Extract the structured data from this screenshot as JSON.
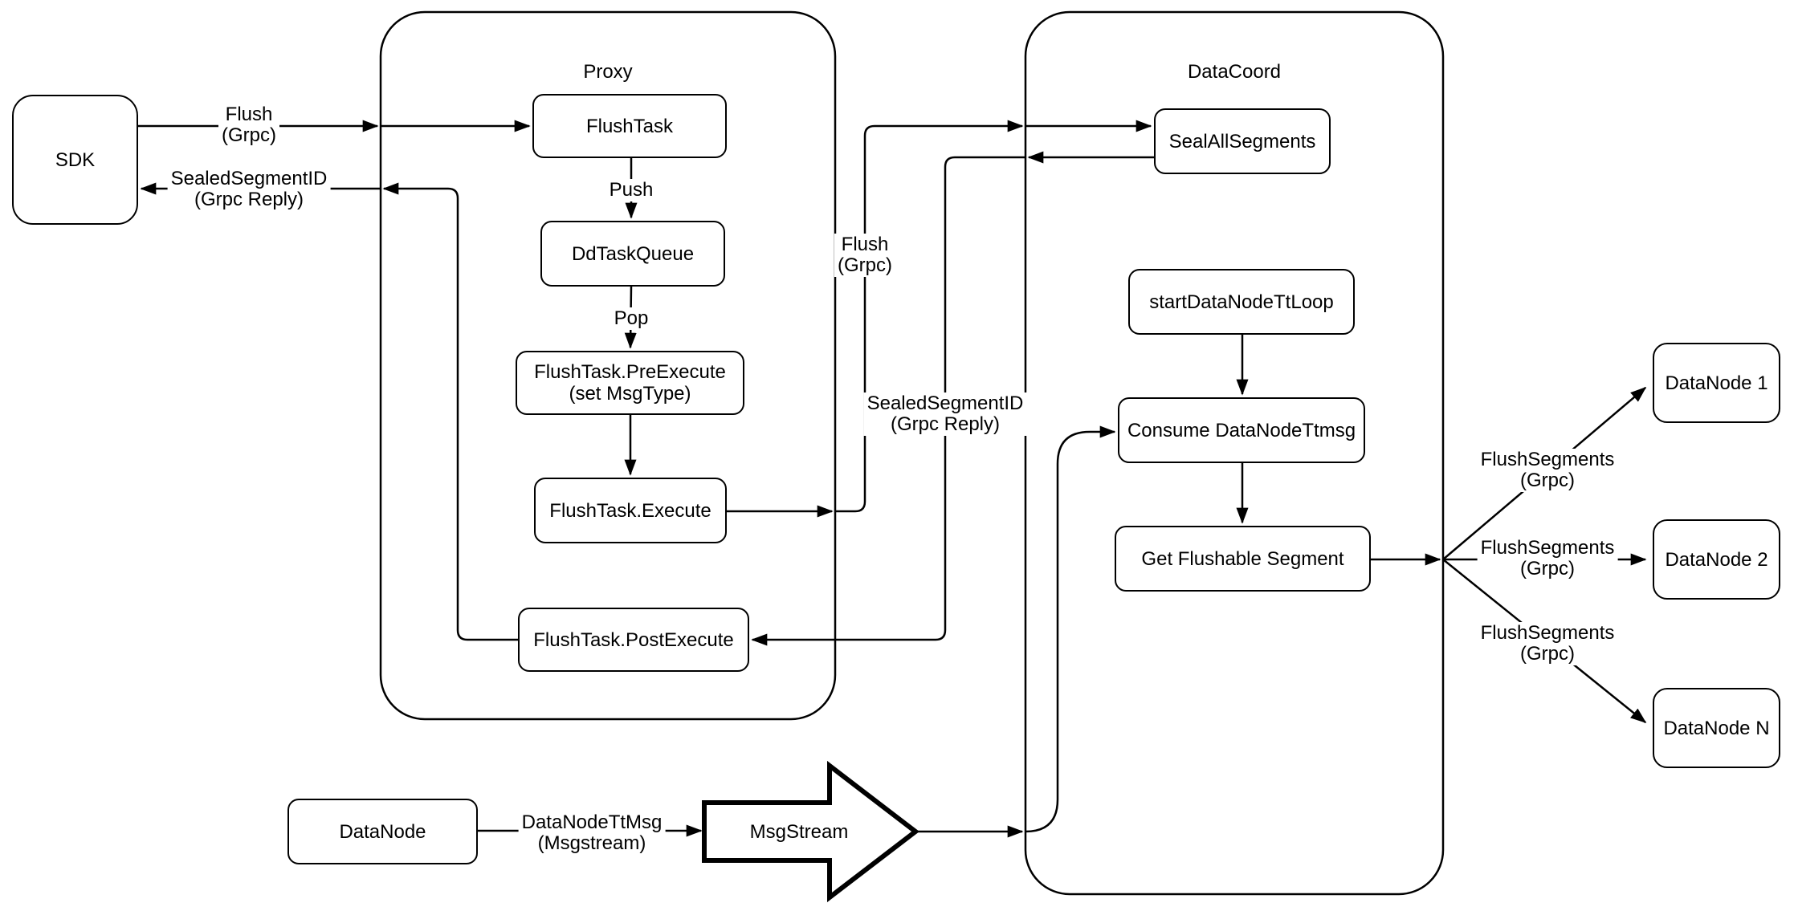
{
  "diagram": {
    "colors": {
      "stroke": "#000000",
      "background": "#ffffff"
    },
    "containers": {
      "proxy": {
        "label": "Proxy"
      },
      "datacoord": {
        "label": "DataCoord"
      }
    },
    "nodes": {
      "sdk": {
        "label": "SDK"
      },
      "flush_task": {
        "label": "FlushTask"
      },
      "dd_task_queue": {
        "label": "DdTaskQueue"
      },
      "pre_execute": {
        "label": "FlushTask.PreExecute\n(set MsgType)"
      },
      "execute": {
        "label": "FlushTask.Execute"
      },
      "post_execute": {
        "label": "FlushTask.PostExecute"
      },
      "seal_all_segments": {
        "label": "SealAllSegments"
      },
      "start_datanode_tt_loop": {
        "label": "startDataNodeTtLoop"
      },
      "consume_datanode_ttmsg": {
        "label": "Consume DataNodeTtmsg"
      },
      "get_flushable_segment": {
        "label": "Get Flushable Segment"
      },
      "datanode_1": {
        "label": "DataNode 1"
      },
      "datanode_2": {
        "label": "DataNode 2"
      },
      "datanode_n": {
        "label": "DataNode N"
      },
      "datanode_bottom": {
        "label": "DataNode"
      },
      "msgstream": {
        "label": "MsgStream"
      }
    },
    "edge_labels": {
      "flush_grpc_sdk": "Flush\n(Grpc)",
      "sealed_reply_sdk": "SealedSegmentID\n(Grpc Reply)",
      "push": "Push",
      "pop": "Pop",
      "flush_grpc_mid": "Flush\n(Grpc)",
      "sealed_reply_mid": "SealedSegmentID\n(Grpc Reply)",
      "flush_segments_1": "FlushSegments\n(Grpc)",
      "flush_segments_2": "FlushSegments\n(Grpc)",
      "flush_segments_3": "FlushSegments\n(Grpc)",
      "datanode_ttmsg": "DataNodeTtMsg\n(Msgstream)"
    }
  }
}
